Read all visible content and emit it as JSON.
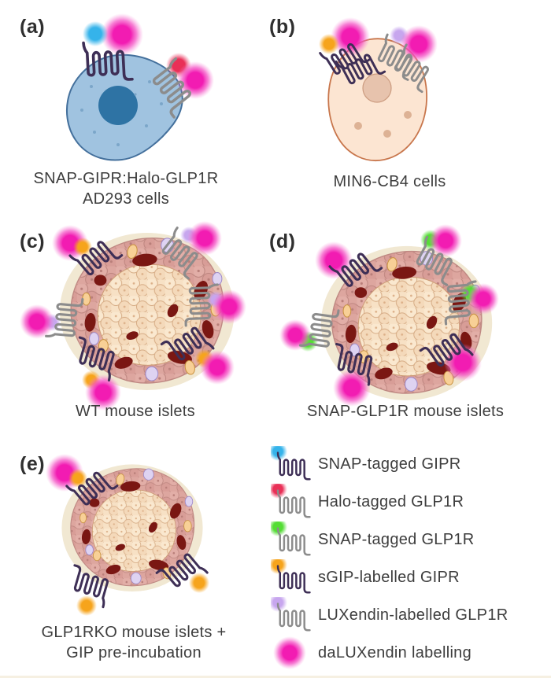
{
  "panels": {
    "a": {
      "letter": "(a)",
      "caption_lines": [
        "SNAP-GIPR:Halo-GLP1R",
        "AD293 cells"
      ]
    },
    "b": {
      "letter": "(b)",
      "caption_lines": [
        "MIN6-CB4 cells"
      ]
    },
    "c": {
      "letter": "(c)",
      "caption_lines": [
        "WT mouse islets"
      ]
    },
    "d": {
      "letter": "(d)",
      "caption_lines": [
        "SNAP-GLP1R mouse islets"
      ]
    },
    "e": {
      "letter": "(e)",
      "caption_lines": [
        "GLP1RKO mouse islets +",
        "GIP pre-incubation"
      ]
    }
  },
  "legend": {
    "items": [
      {
        "icon": "snap-gipr-receptor-icon",
        "label": "SNAP-tagged GIPR",
        "dot_color": "#35b3ea",
        "receptor_color": "#3e2f56"
      },
      {
        "icon": "halo-glp1r-receptor-icon",
        "label": "Halo-tagged GLP1R",
        "dot_color": "#e93057",
        "receptor_color": "#8c8c8c"
      },
      {
        "icon": "snap-glp1r-receptor-icon",
        "label": "SNAP-tagged GLP1R",
        "dot_color": "#54dd35",
        "receptor_color": "#8c8c8c"
      },
      {
        "icon": "sgip-gipr-receptor-icon",
        "label": "sGIP-labelled GIPR",
        "dot_color": "#f6a41c",
        "receptor_color": "#3e2f56"
      },
      {
        "icon": "luxendin-glp1r-receptor-icon",
        "label": "LUXendin-labelled GLP1R",
        "dot_color": "#c7a6ee",
        "receptor_color": "#8c8c8c"
      },
      {
        "icon": "daluxendin-blob-icon",
        "label": "daLUXendin labelling",
        "dot_color": "#f21cb2"
      }
    ]
  },
  "colors": {
    "daluxendin_magenta": "#f21cb2",
    "snap_tag_blue": "#35b3ea",
    "halo_tag_red": "#e93057",
    "snap_tag_green": "#54dd35",
    "sgip_orange": "#f6a41c",
    "luxendin_lavender": "#c7a6ee",
    "receptor_dark": "#3e2f56",
    "receptor_gray": "#8c8c8c",
    "ad293_cell_body": "#a0c3e0",
    "ad293_nucleus": "#2e73a4",
    "min6_cell_body": "#fce5d2",
    "islet_ring": "#dda69f",
    "islet_core": "#f7e1c5",
    "islet_vessel_red": "#7a1713",
    "text": "#3d3d3d"
  }
}
